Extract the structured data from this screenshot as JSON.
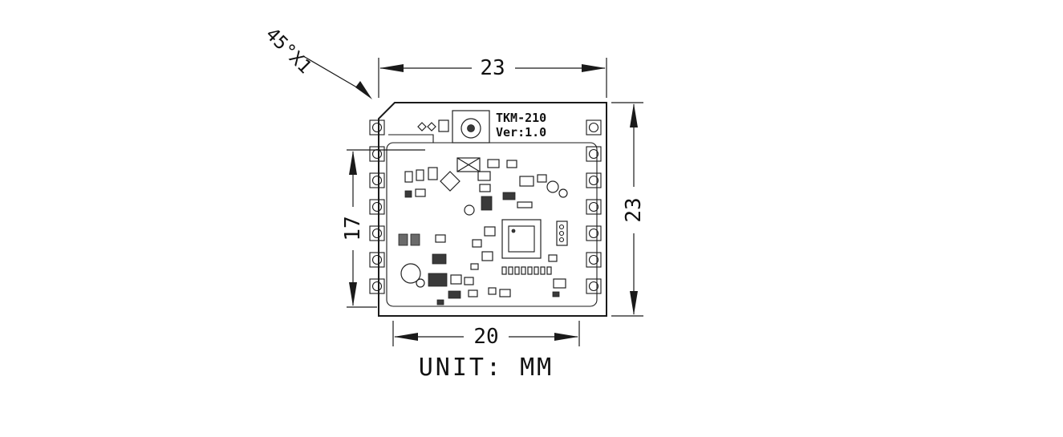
{
  "drawing": {
    "module_label": {
      "name": "TKM-210",
      "version": "Ver:1.0"
    },
    "dimensions": {
      "top_width_mm": "23",
      "right_height_mm": "23",
      "left_inner_mm": "17",
      "bottom_width_mm": "20"
    },
    "annotations": {
      "chamfer_note": "45°X1",
      "unit_note": "UNIT: MM"
    },
    "colors": {
      "line": "#1a1a1a",
      "background": "#ffffff"
    }
  }
}
